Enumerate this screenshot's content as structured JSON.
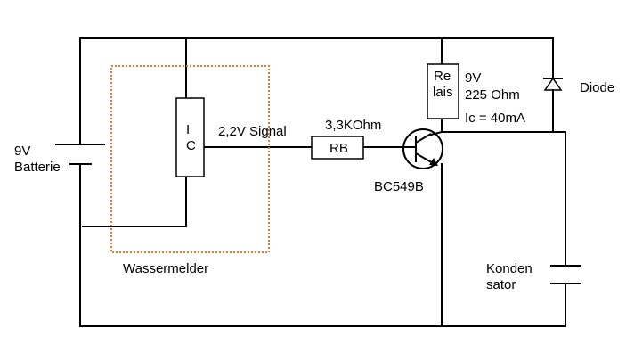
{
  "diagram": {
    "type": "circuit-schematic",
    "colors": {
      "wire": "#000000",
      "module_box": "#e07b2c",
      "background": "#ffffff"
    },
    "labels": {
      "battery_voltage": "9V",
      "battery_name": "Batterie",
      "ic_line1": "I",
      "ic_line2": "C",
      "signal": "2,2V Signal",
      "resistor_value": "3,3KOhm",
      "resistor_name": "RB",
      "transistor": "BC549B",
      "relay_line1": "Re",
      "relay_line2": "lais",
      "relay_voltage": "9V",
      "relay_resistance": "225 Ohm",
      "relay_current": "Ic = 40mA",
      "diode": "Diode",
      "capacitor_line1": "Konden",
      "capacitor_line2": "sator",
      "module": "Wassermelder"
    },
    "icons": [
      "battery-symbol",
      "resistor-symbol",
      "npn-transistor-symbol",
      "relay-coil-symbol",
      "diode-symbol",
      "capacitor-symbol"
    ]
  }
}
